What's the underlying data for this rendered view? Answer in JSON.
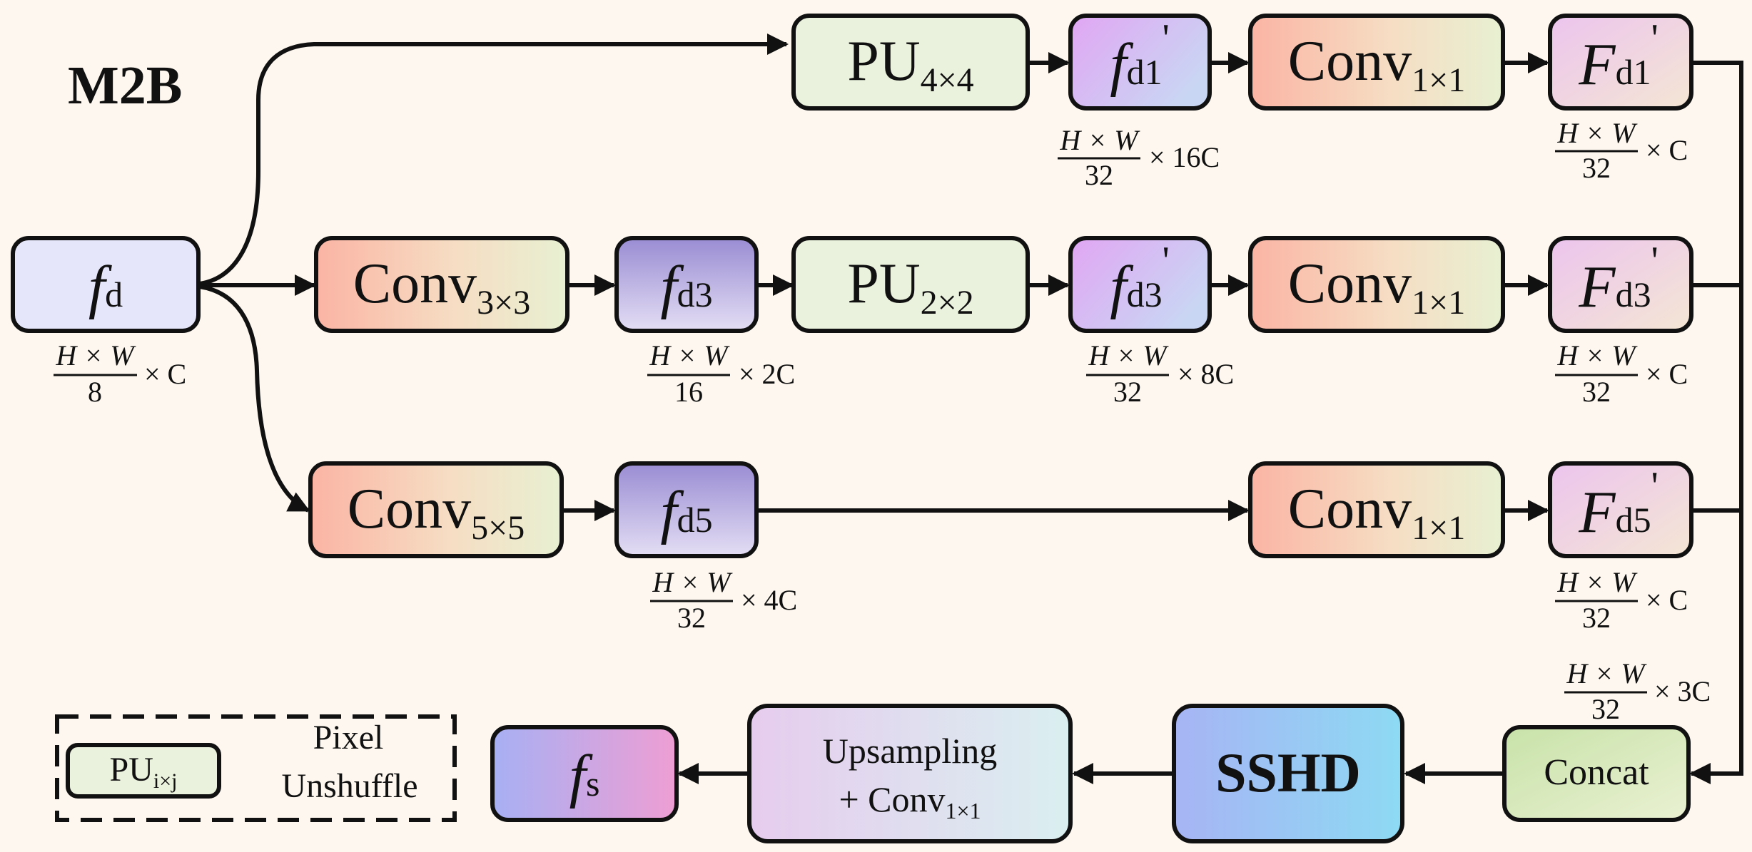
{
  "title": "M2B",
  "input": {
    "base": "f",
    "sub": "d",
    "dim_num": "H × W",
    "dim_den": "8",
    "dim_tail": "× C"
  },
  "branch1": {
    "pu": {
      "base": "PU",
      "sub": "4×4"
    },
    "feat": {
      "base": "f",
      "sub": "d1",
      "prime": "'",
      "dim_num": "H × W",
      "dim_den": "32",
      "dim_tail": "× 16C"
    },
    "conv": {
      "base": "Conv",
      "sub": "1×1"
    },
    "out": {
      "base": "F",
      "sub": "d1",
      "prime": "'",
      "dim_num": "H × W",
      "dim_den": "32",
      "dim_tail": "× C"
    }
  },
  "branch2": {
    "conv_a": {
      "base": "Conv",
      "sub": "3×3"
    },
    "feat_a": {
      "base": "f",
      "sub": "d3",
      "dim_num": "H × W",
      "dim_den": "16",
      "dim_tail": "× 2C"
    },
    "pu": {
      "base": "PU",
      "sub": "2×2"
    },
    "feat_b": {
      "base": "f",
      "sub": "d3",
      "prime": "'",
      "dim_num": "H × W",
      "dim_den": "32",
      "dim_tail": "× 8C"
    },
    "conv_b": {
      "base": "Conv",
      "sub": "1×1"
    },
    "out": {
      "base": "F",
      "sub": "d3",
      "prime": "'",
      "dim_num": "H × W",
      "dim_den": "32",
      "dim_tail": "× C"
    }
  },
  "branch3": {
    "conv_a": {
      "base": "Conv",
      "sub": "5×5"
    },
    "feat_a": {
      "base": "f",
      "sub": "d5",
      "dim_num": "H × W",
      "dim_den": "32",
      "dim_tail": "× 4C"
    },
    "conv_b": {
      "base": "Conv",
      "sub": "1×1"
    },
    "out": {
      "base": "F",
      "sub": "d5",
      "prime": "'",
      "dim_num": "H × W",
      "dim_den": "32",
      "dim_tail": "× C"
    }
  },
  "concat": {
    "label": "Concat",
    "dim_num": "H × W",
    "dim_den": "32",
    "dim_tail": "× 3C"
  },
  "sshd": {
    "label": "SSHD"
  },
  "upsampling": {
    "line1": "Upsampling",
    "line2_base": "+ Conv",
    "line2_sub": "1×1"
  },
  "output": {
    "base": "f",
    "sub": "s"
  },
  "legend": {
    "base": "PU",
    "sub": "i×j",
    "line1": "Pixel",
    "line2": "Unshuffle"
  },
  "colors": {
    "background": "#fdf7ef",
    "stroke": "#111111",
    "pu_fill": "#eaf1dc",
    "input_fill": "#e6e6fa"
  }
}
